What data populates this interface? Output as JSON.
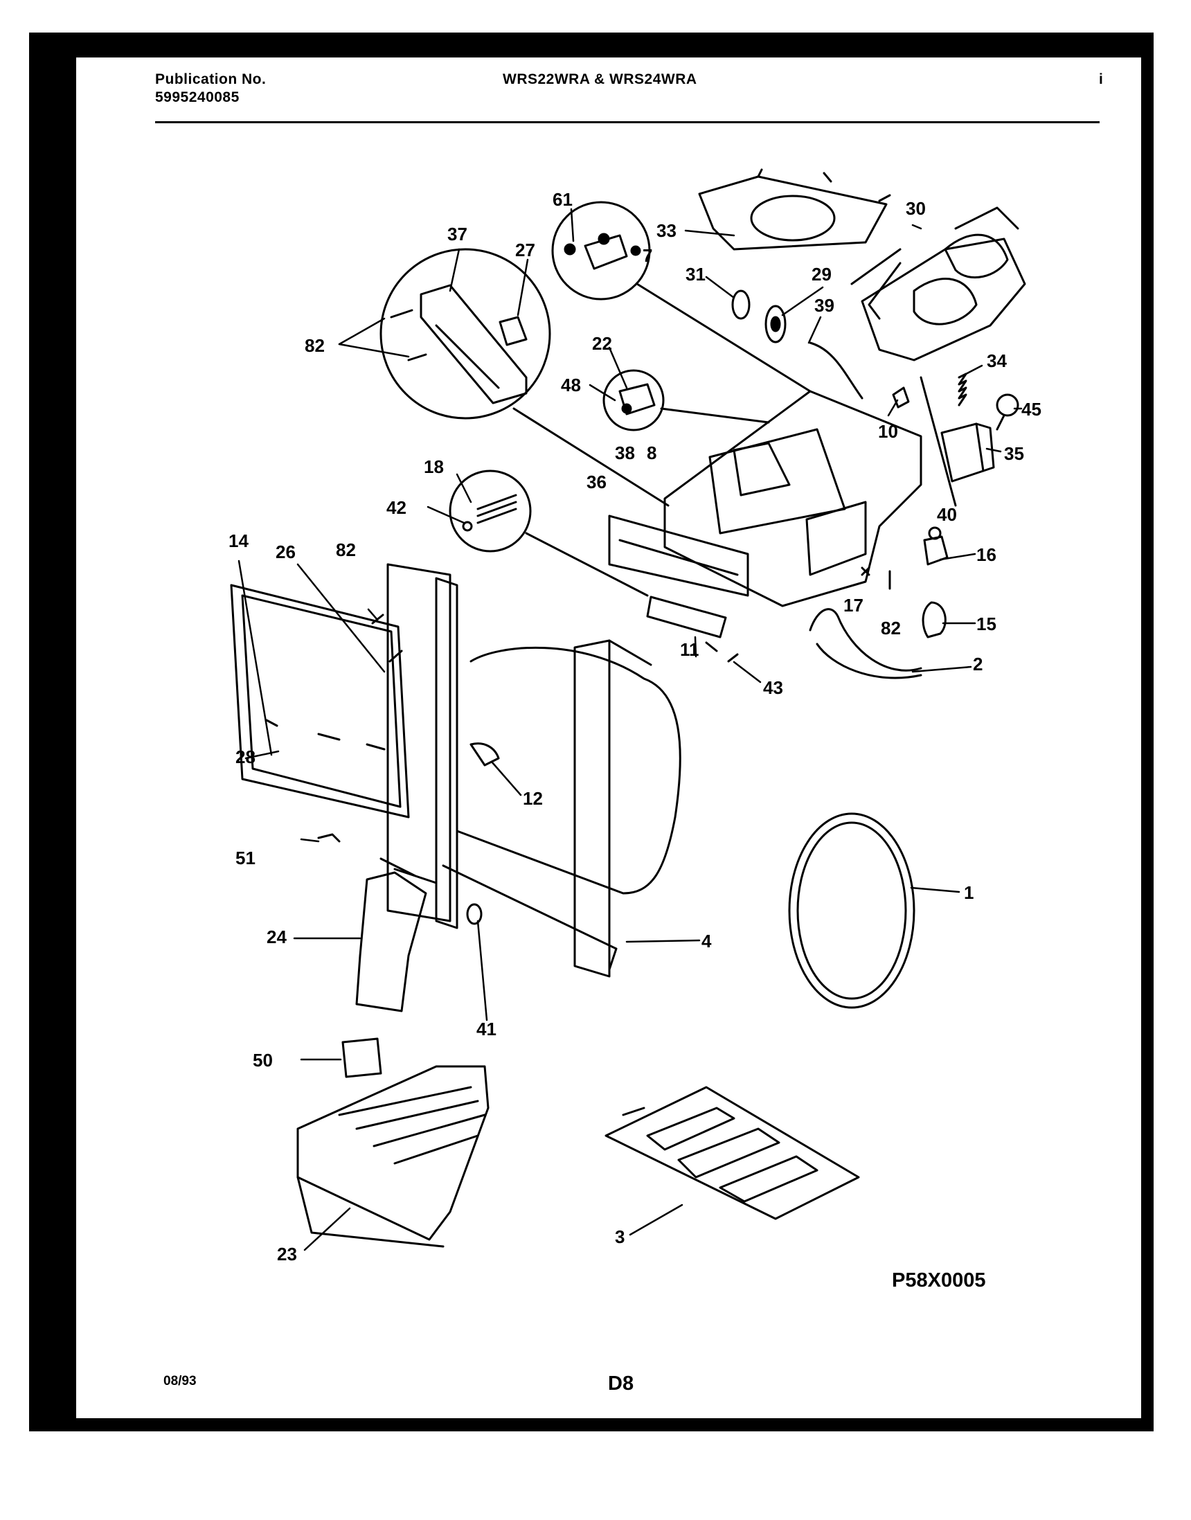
{
  "header": {
    "publication_label": "Publication No.",
    "publication_number": "5995240085",
    "models": "WRS22WRA & WRS24WRA",
    "corner_mark": "i"
  },
  "callouts": [
    "61",
    "33",
    "30",
    "37",
    "27",
    "7",
    "31",
    "29",
    "39",
    "34",
    "82",
    "22",
    "48",
    "45",
    "10",
    "35",
    "38",
    "8",
    "18",
    "36",
    "40",
    "42",
    "16",
    "14",
    "26",
    "82",
    "17",
    "82",
    "15",
    "2",
    "43",
    "11",
    "12",
    "28",
    "51",
    "1",
    "24",
    "4",
    "41",
    "50",
    "23",
    "3"
  ],
  "footer": {
    "diagram_code": "P58X0005",
    "date_code": "08/93",
    "page_code": "D8"
  }
}
